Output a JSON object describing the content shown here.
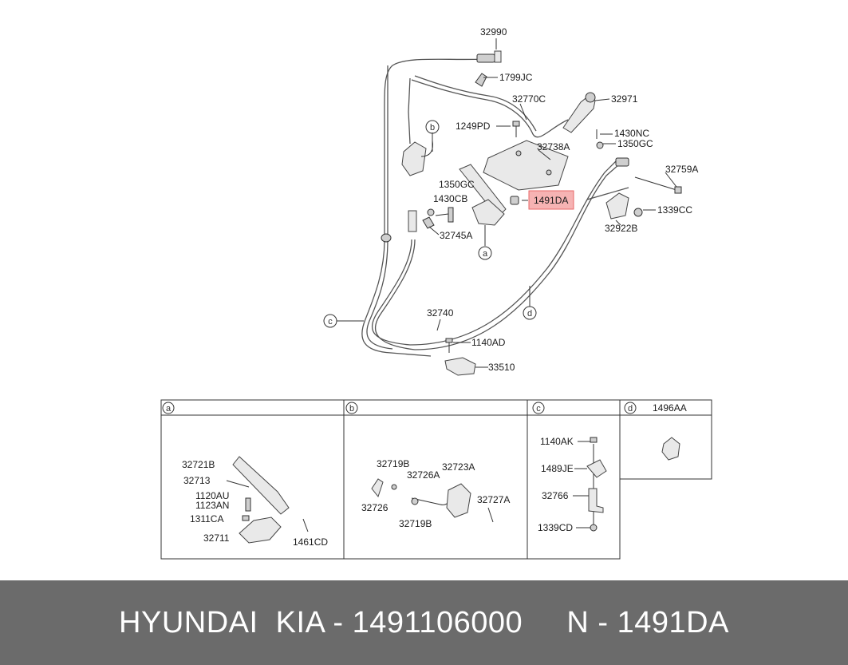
{
  "labels": {
    "p32990": "32990",
    "p1799JC": "1799JC",
    "p32770C": "32770C",
    "p32971": "32971",
    "p1249PD": "1249PD",
    "p32738A": "32738A",
    "p1430NC": "1430NC",
    "p1350GC_r": "1350GC",
    "p32759A": "32759A",
    "p1350GC_l": "1350GC",
    "p1430CB": "1430CB",
    "p1491DA": "1491DA",
    "p1339CC": "1339CC",
    "p32922B": "32922B",
    "p32745A": "32745A",
    "p32740": "32740",
    "p1140AD": "1140AD",
    "p33510": "33510"
  },
  "callouts": {
    "a": "a",
    "b": "b",
    "c": "c",
    "d": "d"
  },
  "panels": {
    "a": {
      "tag": "a",
      "labels": {
        "p32721B": "32721B",
        "p32713": "32713",
        "p1120AU": "1120AU",
        "p1123AN": "1123AN",
        "p1311CA": "1311CA",
        "p32711": "32711",
        "p1461CD": "1461CD"
      }
    },
    "b": {
      "tag": "b",
      "labels": {
        "p32719B_t": "32719B",
        "p32723A": "32723A",
        "p32726A": "32726A",
        "p32726": "32726",
        "p32727A": "32727A",
        "p32719B_b": "32719B"
      }
    },
    "c": {
      "tag": "c",
      "labels": {
        "p1140AK": "1140AK",
        "p1489JE": "1489JE",
        "p32766": "32766",
        "p1339CD": "1339CD"
      }
    },
    "d": {
      "tag": "d",
      "labels": {
        "p1496AA": "1496AA"
      }
    }
  },
  "banner": {
    "text": "HYUNDAI  KIA - 1491106000     N - 1491DA"
  },
  "colors": {
    "highlight": "#f4a6a6",
    "banner_bg": "#6b6b6b",
    "banner_text": "#ffffff"
  }
}
